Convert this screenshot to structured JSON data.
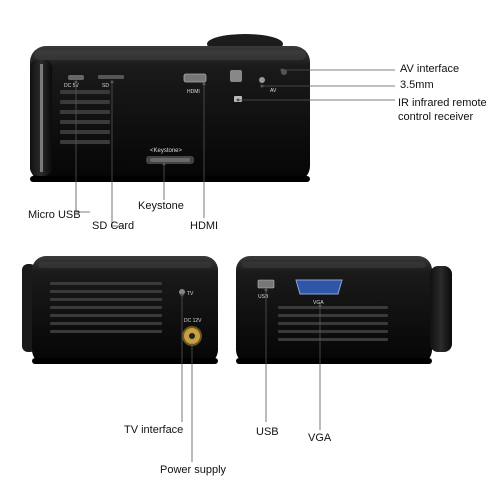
{
  "device_labels": {
    "dc": "DC 5V",
    "sd": "SD",
    "hdmi": "HDMI",
    "av": "AV",
    "keystone": "<Keystone>",
    "tv": "TV",
    "dc12": "DC 12V",
    "usb": "USB",
    "vga": "VGA"
  },
  "callouts": {
    "av_interface": "AV interface",
    "jack": "3.5mm",
    "ir_line1": "IR infrared remote",
    "ir_line2": "control receiver",
    "micro_usb": "Micro USB",
    "sd_card": "SD Card",
    "keystone": "Keystone",
    "hdmi": "HDMI",
    "tv_interface": "TV interface",
    "power_supply": "Power supply",
    "usb": "USB",
    "vga": "VGA"
  }
}
